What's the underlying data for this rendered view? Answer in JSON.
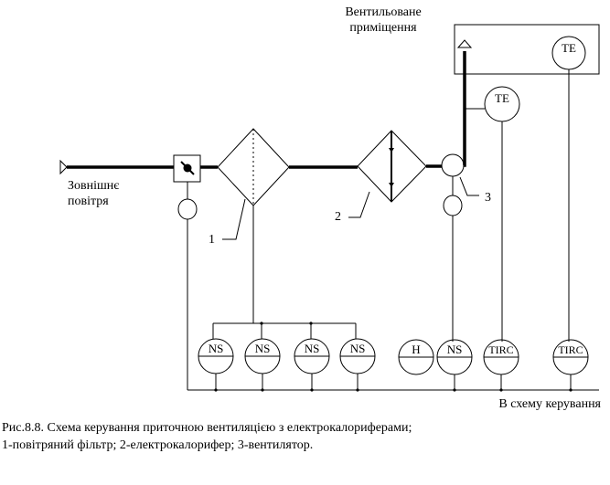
{
  "room": {
    "line1": "Вентильоване",
    "line2": "приміщення",
    "sensor_label": "TE"
  },
  "outside_air": {
    "line1": "Зовнішнє",
    "line2": "повітря"
  },
  "markers": {
    "filter": "1",
    "heater": "2",
    "fan": "3"
  },
  "duct_sensor": {
    "label": "TE"
  },
  "control_output": {
    "label": "В схему керування"
  },
  "instruments": [
    {
      "label": "NS"
    },
    {
      "label": "NS"
    },
    {
      "label": "NS"
    },
    {
      "label": "NS"
    },
    {
      "label": "H"
    },
    {
      "label": "NS"
    },
    {
      "label": "TIRC"
    },
    {
      "label": "TIRC"
    }
  ],
  "caption": {
    "line1": "Рис.8.8. Схема керування приточною вентиляцією з електрокалориферами;",
    "line2": "1-повітряний фільтр; 2-електрокалорифер; 3-вентилятор."
  }
}
